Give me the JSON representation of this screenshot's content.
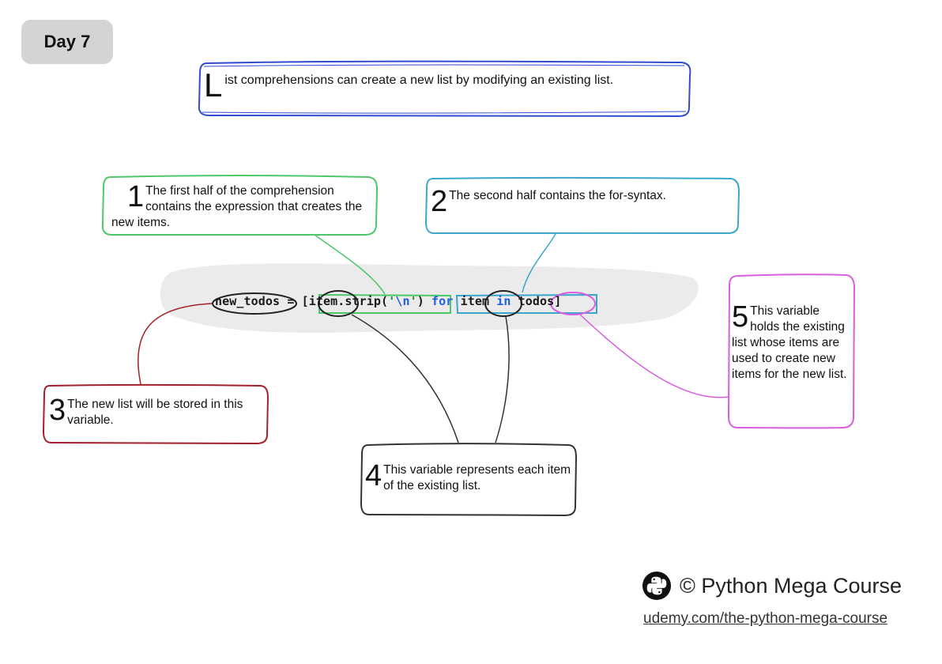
{
  "badge": {
    "label": "Day 7"
  },
  "intro": {
    "drop_cap": "L",
    "text": "ist comprehensions can create a new list by modifying an existing list."
  },
  "code": {
    "var": "new_todos",
    "assign": " = ",
    "open": "[",
    "item1": "item",
    "method": ".strip(",
    "str_open": "'",
    "str_esc": "\\n",
    "str_close": "'",
    "close_paren": ")",
    "kw_for": "for",
    "item2": "item",
    "kw_in": "in",
    "iterable": "todos",
    "close": "]"
  },
  "callouts": [
    {
      "num": "1",
      "text": "The first half of the comprehension contains the expression that creates the new items.",
      "color": "#4cc86a"
    },
    {
      "num": "2",
      "text": "The second half contains the for-syntax.",
      "color": "#3aa6cc"
    },
    {
      "num": "3",
      "text": "The new list will be stored in this variable.",
      "color": "#a3202a"
    },
    {
      "num": "4",
      "text": "This variable represents each item of the existing list.",
      "color": "#333333"
    },
    {
      "num": "5",
      "text": "This variable holds the existing list whose items are used to create new items for the new list.",
      "color": "#d85de0"
    }
  ],
  "footer": {
    "brand": "© Python Mega Course",
    "link": "udemy.com/the-python-mega-course",
    "logo_icon": "python-logo-icon"
  }
}
